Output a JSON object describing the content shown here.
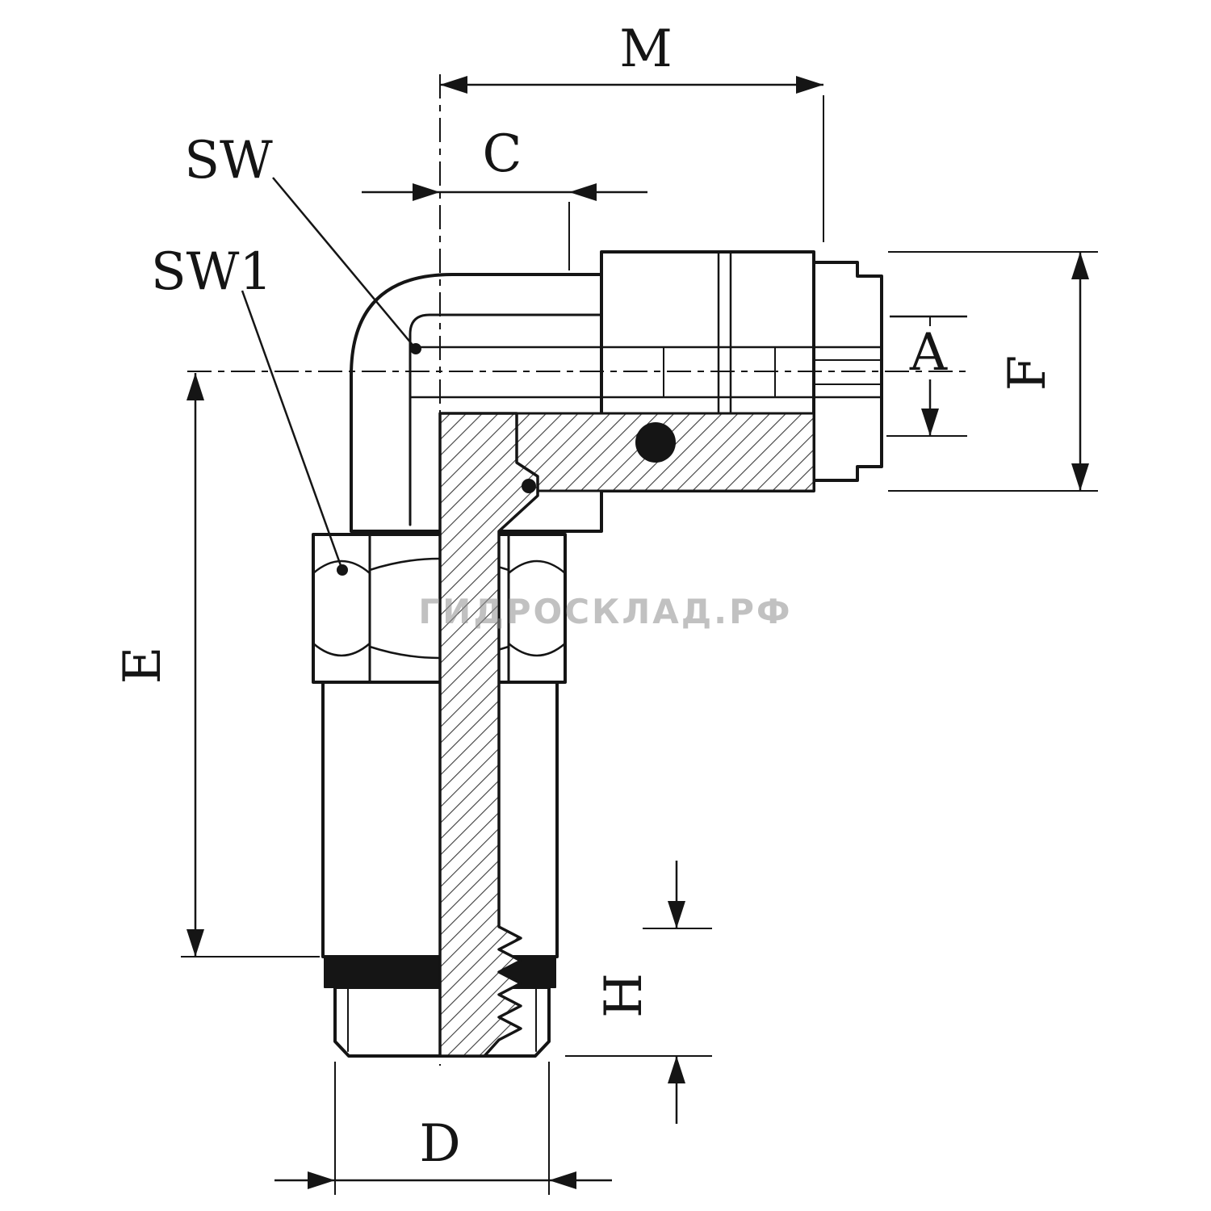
{
  "drawing": {
    "title": "elbow-push-in-fitting-technical-drawing",
    "watermark": "ГИДРОСКЛАД.РФ",
    "labels": {
      "m": "M",
      "c": "C",
      "sw": "SW",
      "sw1": "SW1",
      "a": "A",
      "f": "F",
      "e": "E",
      "h": "H",
      "d": "D"
    },
    "colors": {
      "line": "#151515",
      "background": "#ffffff",
      "watermark": "#8f8f8f"
    }
  }
}
